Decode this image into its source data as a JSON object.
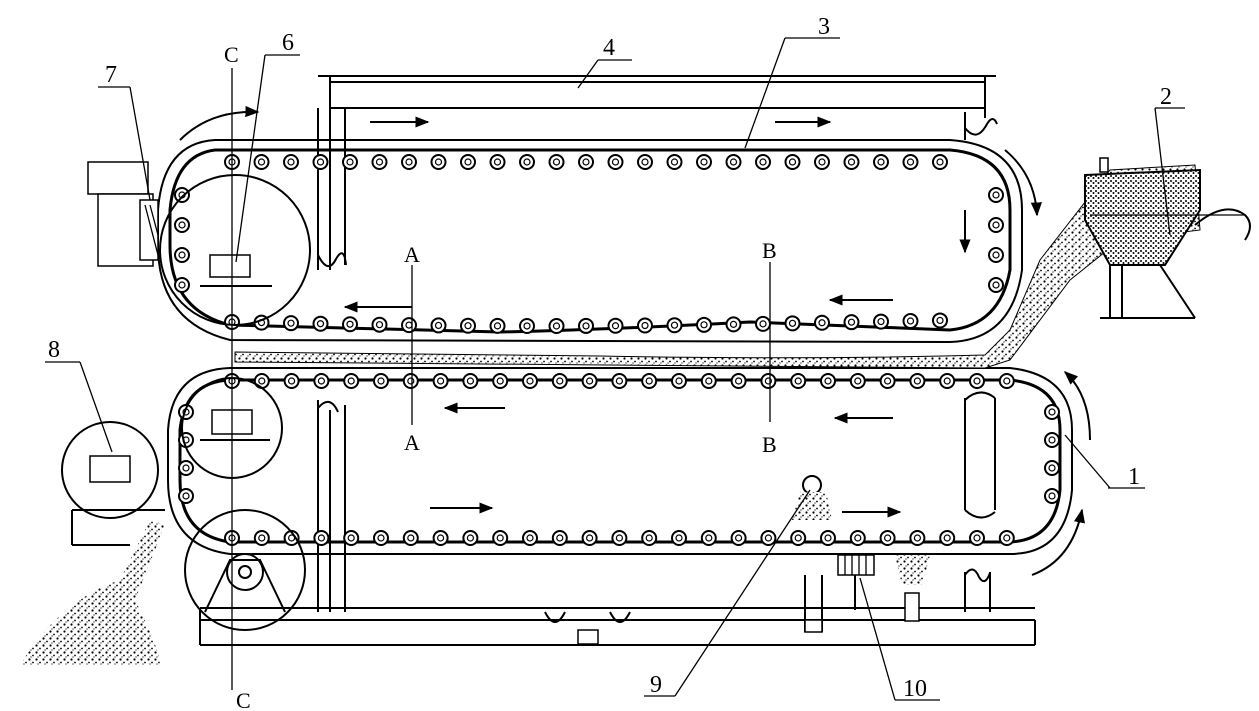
{
  "diagram": {
    "part_labels": [
      {
        "id": "1",
        "text": "1"
      },
      {
        "id": "2",
        "text": "2"
      },
      {
        "id": "3",
        "text": "3"
      },
      {
        "id": "4",
        "text": "4"
      },
      {
        "id": "6",
        "text": "6"
      },
      {
        "id": "7",
        "text": "7"
      },
      {
        "id": "8",
        "text": "8"
      },
      {
        "id": "9",
        "text": "9"
      },
      {
        "id": "10",
        "text": "10"
      }
    ],
    "section_marks": {
      "a_top": "A",
      "a_bottom": "A",
      "b_top": "B",
      "b_bottom": "B",
      "c_top": "C",
      "c_bottom": "C"
    }
  }
}
